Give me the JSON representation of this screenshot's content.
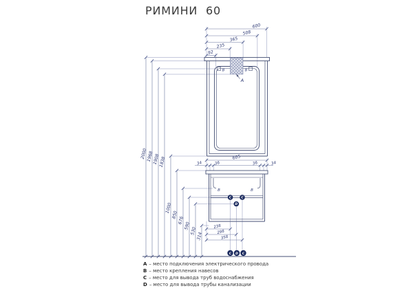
{
  "title": "РИМИНИ  60",
  "dims": {
    "top": [
      "600",
      "508",
      "365",
      "235",
      "92"
    ],
    "heights_upper": [
      "2000",
      "1968",
      "1908",
      "1838"
    ],
    "heights_lower": [
      "1000",
      "850",
      "676",
      "590",
      "530",
      "314"
    ],
    "cabinet_width": "605",
    "brackets": [
      "34",
      "36",
      "36",
      "34"
    ],
    "bottom": [
      "238",
      "298",
      "358"
    ]
  },
  "markers": {
    "a": "A",
    "b": "B",
    "c": "C",
    "d": "D"
  },
  "legend": {
    "items": [
      {
        "key": "A",
        "text": "– место подключения электрического провода"
      },
      {
        "key": "B",
        "text": "– место крепления навесов"
      },
      {
        "key": "C",
        "text": "– место для вывода труб водоснабжения"
      },
      {
        "key": "D",
        "text": "– место для вывода трубы канализации"
      }
    ]
  },
  "colors": {
    "structure": "#454f74",
    "dimension": "#6b76a0",
    "dim_text": "#2e3a75",
    "marker_fill": "#1b2a5e",
    "title_text": "#3a3a3a",
    "legend_text": "#3a3a3a",
    "background": "#ffffff"
  }
}
